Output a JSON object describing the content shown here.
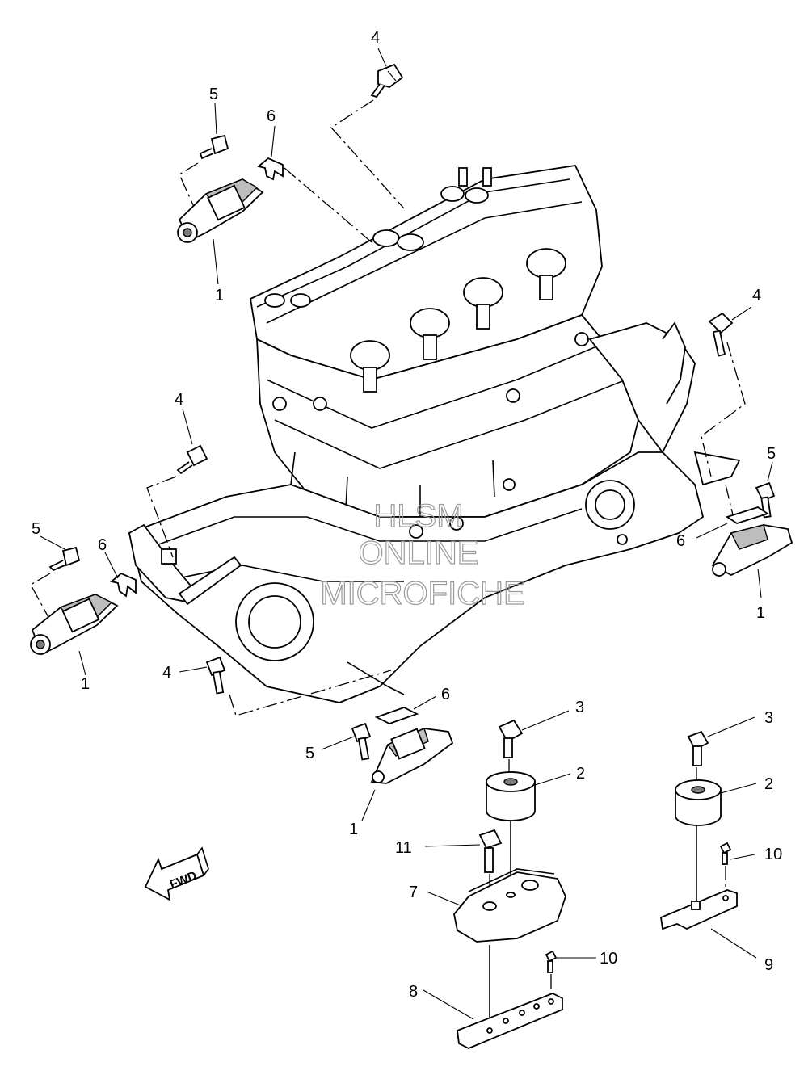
{
  "callouts": [
    {
      "id": "c4-top",
      "text": "4"
    },
    {
      "id": "c5-top",
      "text": "5"
    },
    {
      "id": "c6-top",
      "text": "6"
    },
    {
      "id": "c1-top",
      "text": "1"
    },
    {
      "id": "c4-right",
      "text": "4"
    },
    {
      "id": "c5-right",
      "text": "5"
    },
    {
      "id": "c6-right",
      "text": "6"
    },
    {
      "id": "c1-right",
      "text": "1"
    },
    {
      "id": "c4-mid",
      "text": "4"
    },
    {
      "id": "c5-left",
      "text": "5"
    },
    {
      "id": "c6-left",
      "text": "6"
    },
    {
      "id": "c1-left",
      "text": "1"
    },
    {
      "id": "c4-lower",
      "text": "4"
    },
    {
      "id": "c6-lower",
      "text": "6"
    },
    {
      "id": "c5-lower",
      "text": "5"
    },
    {
      "id": "c1-lower",
      "text": "1"
    },
    {
      "id": "c3-a",
      "text": "3"
    },
    {
      "id": "c2-a",
      "text": "2"
    },
    {
      "id": "c3-b",
      "text": "3"
    },
    {
      "id": "c2-b",
      "text": "2"
    },
    {
      "id": "c11",
      "text": "11"
    },
    {
      "id": "c10-a",
      "text": "10"
    },
    {
      "id": "c7",
      "text": "7"
    },
    {
      "id": "c10-b",
      "text": "10"
    },
    {
      "id": "c8",
      "text": "8"
    },
    {
      "id": "c9",
      "text": "9"
    }
  ],
  "direction_arrow": {
    "text": "FWD",
    "icon": "fwd-arrow-icon"
  },
  "watermark": {
    "line1": "HLSM",
    "line2": "ONLINE",
    "line3": "MICROFICHE",
    "color": "#9a9a9a"
  }
}
